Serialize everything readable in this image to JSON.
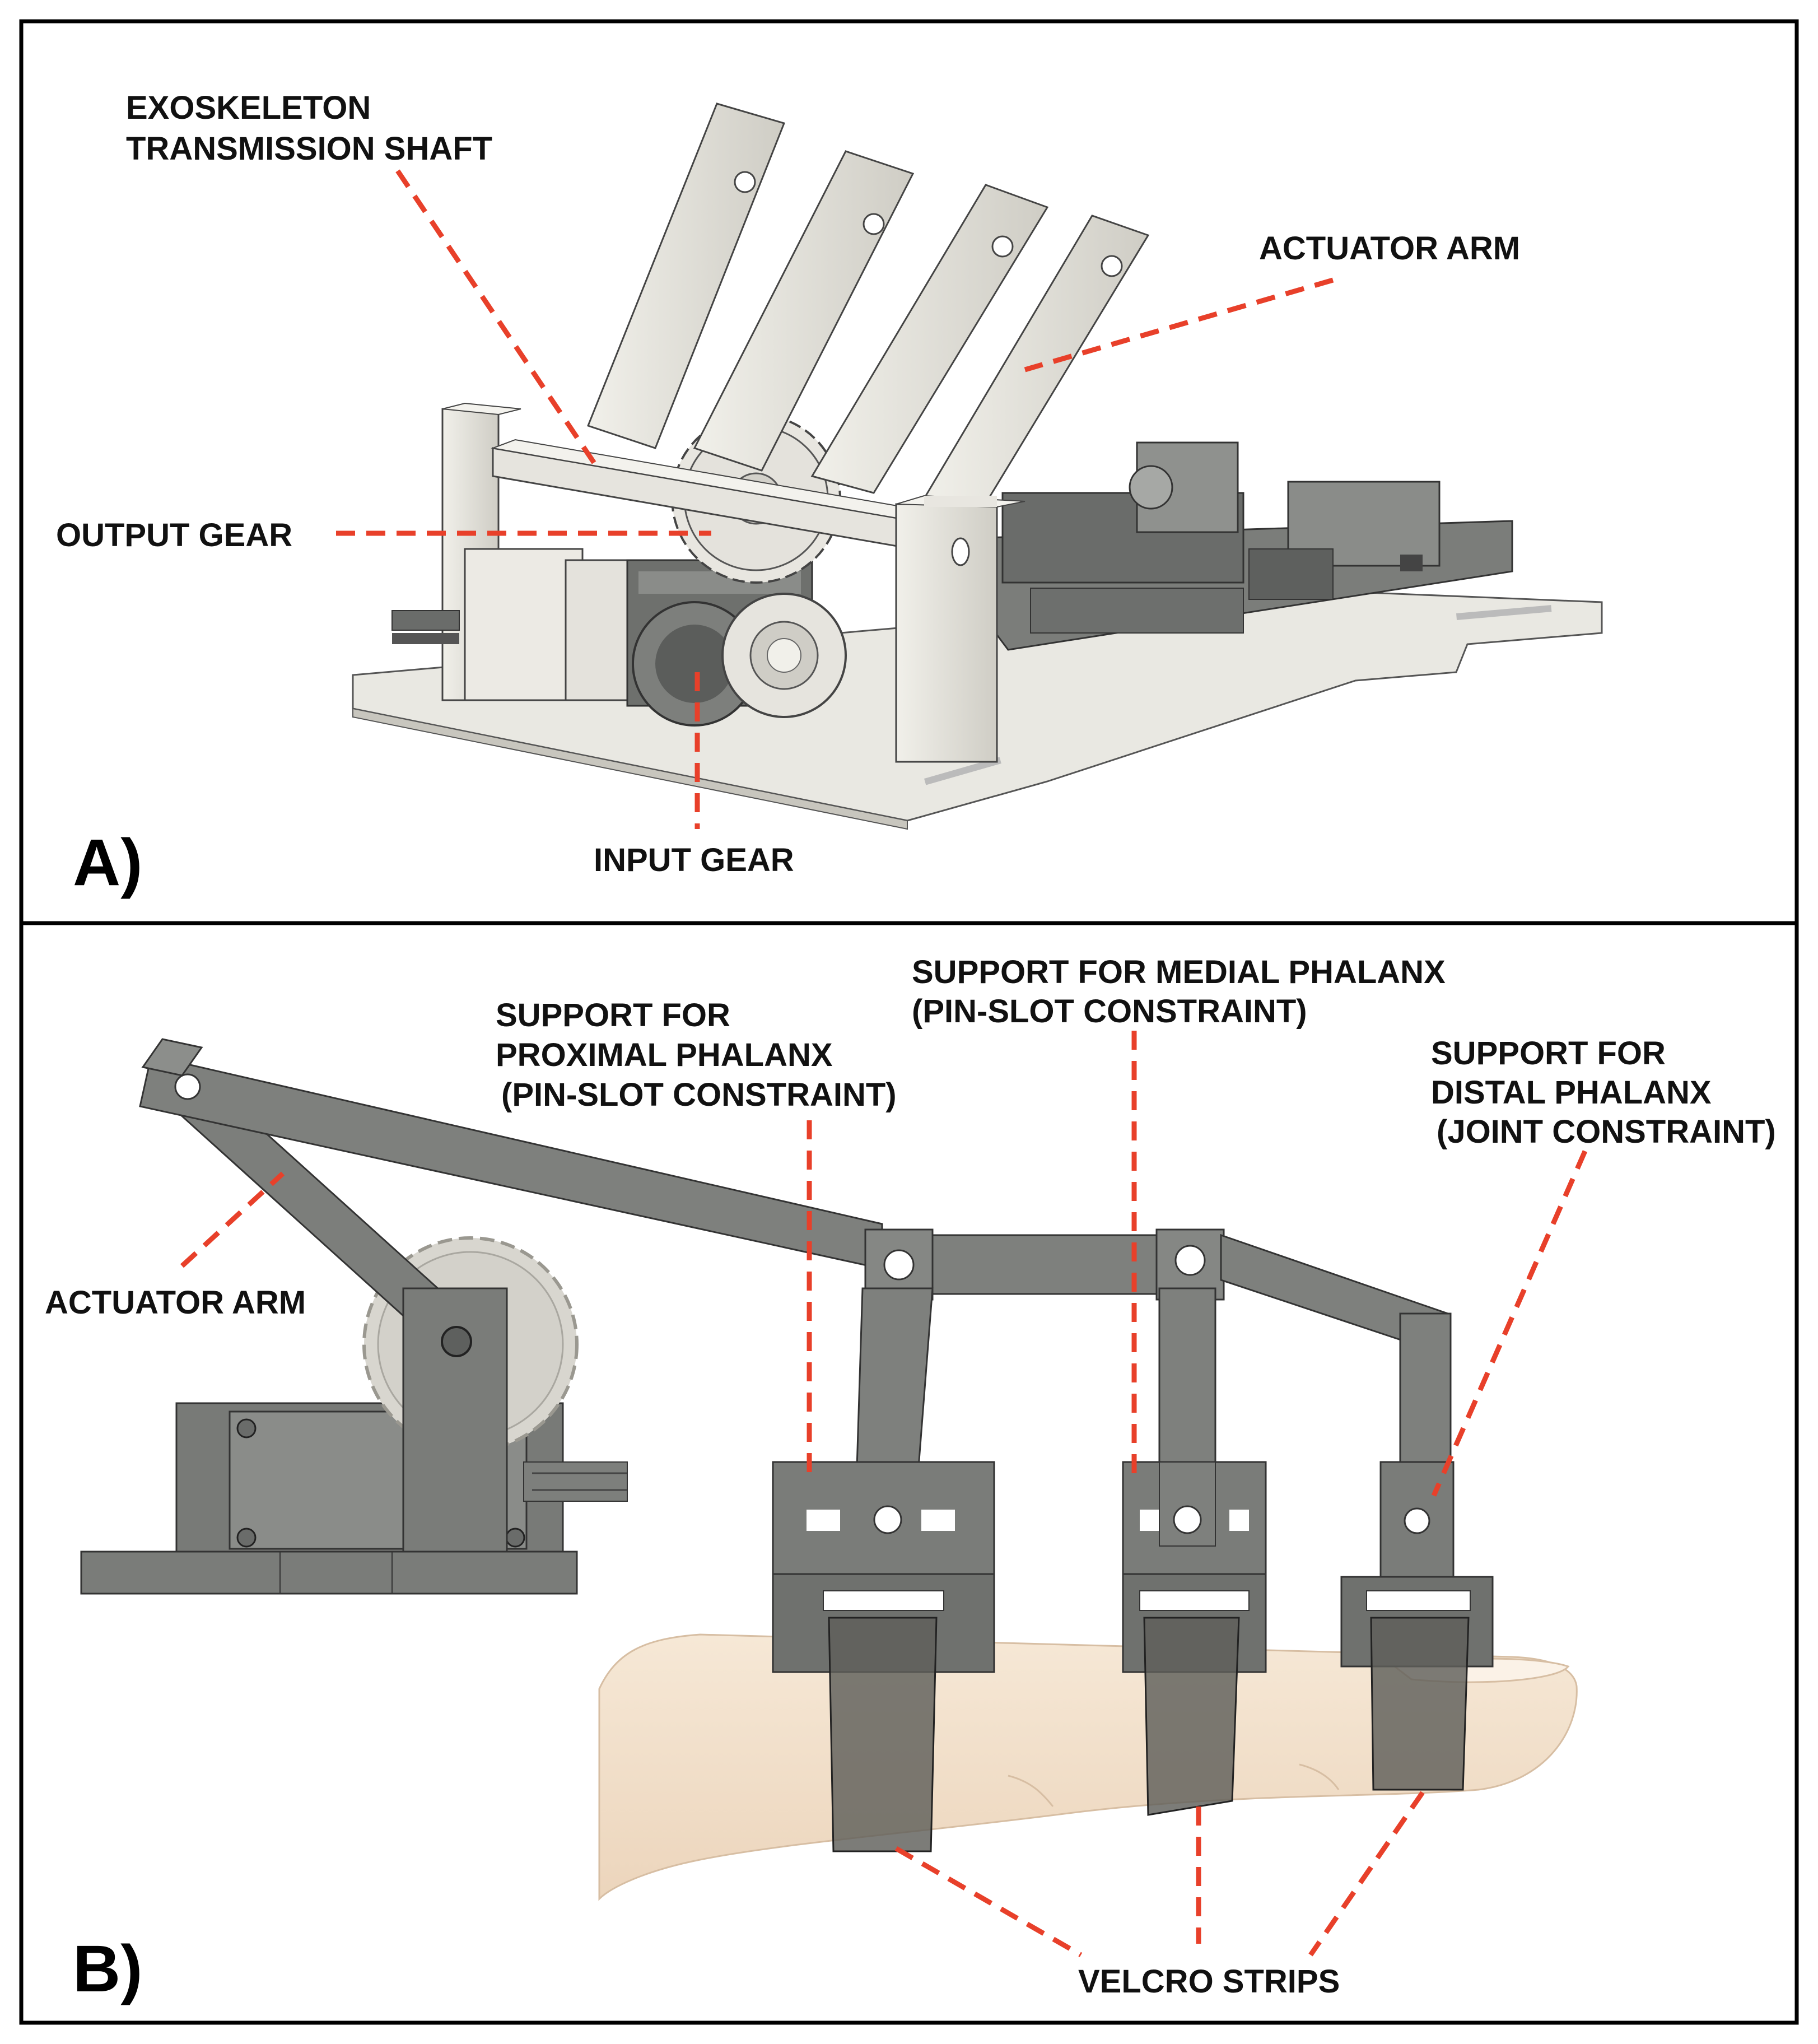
{
  "panels": [
    {
      "letter": "A)",
      "labels": {
        "shaft_line1": "EXOSKELETON",
        "shaft_line2": "TRANSMISSION SHAFT",
        "actuator_arm": "ACTUATOR ARM",
        "output_gear": "OUTPUT GEAR",
        "input_gear": "INPUT GEAR"
      }
    },
    {
      "letter": "B)",
      "labels": {
        "proximal_line1": "SUPPORT FOR",
        "proximal_line2": "PROXIMAL PHALANX",
        "proximal_line3": "(PIN-SLOT CONSTRAINT)",
        "medial_line1": "SUPPORT FOR MEDIAL PHALANX",
        "medial_line2": "(PIN-SLOT CONSTRAINT)",
        "distal_line1": "SUPPORT FOR",
        "distal_line2": "DISTAL PHALANX",
        "distal_line3": "(JOINT CONSTRAINT)",
        "actuator_arm": "ACTUATOR ARM",
        "velcro_strips": "VELCRO STRIPS"
      }
    }
  ],
  "colors": {
    "leader": "#e8402a",
    "part_light": "#e3e2dc",
    "part_dark": "#787a77",
    "skin": "#f2dfc9",
    "border": "#000000"
  }
}
